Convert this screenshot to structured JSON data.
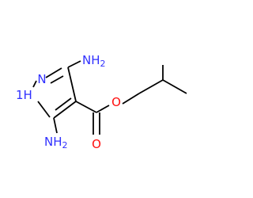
{
  "molecule": {
    "atoms": {
      "n_pyrazole": {
        "text": "N",
        "color": "#3030ff"
      },
      "nh_pyrazole": {
        "text": "H",
        "prefix": "1",
        "color": "#3030ff"
      },
      "amino_top": {
        "text": "NH",
        "sub": "2",
        "color": "#3030ff"
      },
      "amino_bottom": {
        "text": "NH",
        "sub": "2",
        "color": "#3030ff"
      },
      "o_ester": {
        "text": "O",
        "color": "#ff0d0d"
      },
      "o_carbonyl": {
        "text": "O",
        "color": "#ff0d0d"
      }
    },
    "bond_color": "#000000"
  }
}
